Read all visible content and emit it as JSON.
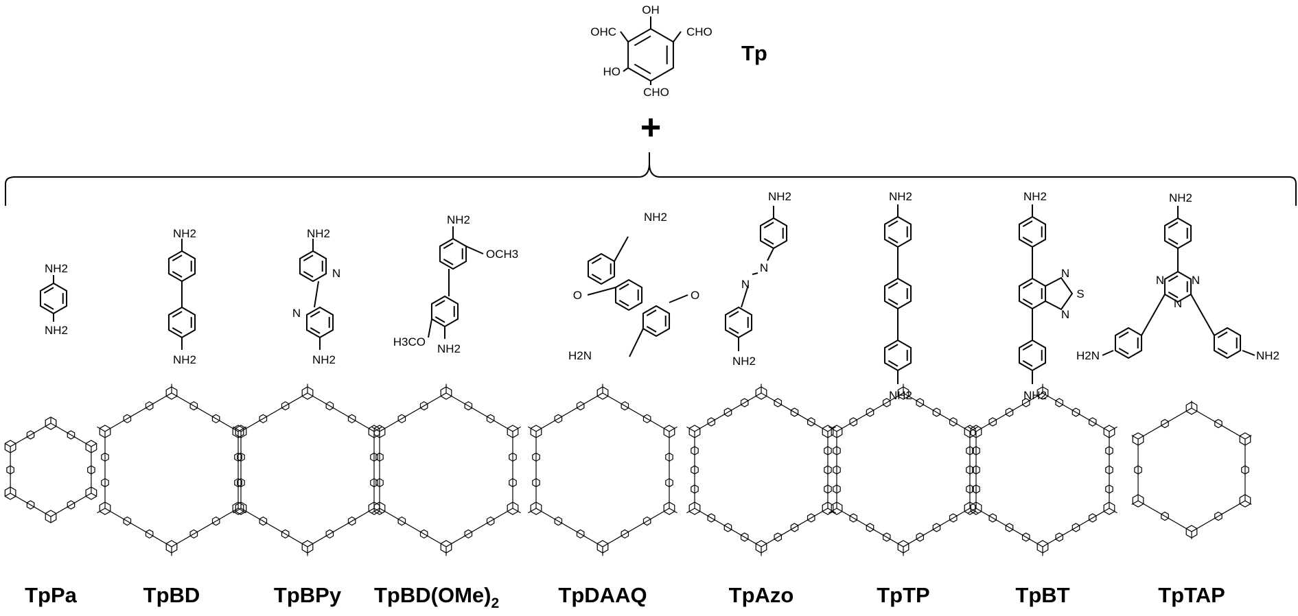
{
  "monomer": {
    "name": "Tp",
    "groups": [
      "OH",
      "CHO",
      "OHC",
      "HO",
      "CHO"
    ]
  },
  "operator": "+",
  "linkers": [
    {
      "id": "pa",
      "labels": [
        "NH2",
        "NH2"
      ]
    },
    {
      "id": "bd",
      "labels": [
        "NH2",
        "NH2"
      ]
    },
    {
      "id": "bpy",
      "labels": [
        "NH2",
        "NH2",
        "N",
        "N"
      ]
    },
    {
      "id": "bdome",
      "labels": [
        "NH2",
        "NH2",
        "OCH3",
        "H3CO"
      ]
    },
    {
      "id": "daaq",
      "labels": [
        "NH2",
        "H2N",
        "O",
        "O"
      ]
    },
    {
      "id": "azo",
      "labels": [
        "NH2",
        "NH2",
        "N",
        "N"
      ]
    },
    {
      "id": "tp",
      "labels": [
        "NH2",
        "NH2"
      ]
    },
    {
      "id": "bt",
      "labels": [
        "NH2",
        "NH2",
        "N",
        "S",
        "N"
      ]
    },
    {
      "id": "tap",
      "labels": [
        "NH2",
        "H2N",
        "NH2",
        "N",
        "N",
        "N"
      ]
    }
  ],
  "products": [
    {
      "name": "TpPa"
    },
    {
      "name": "TpBD"
    },
    {
      "name": "TpBPy"
    },
    {
      "name": "TpBD(OMe)",
      "subscript": "2"
    },
    {
      "name": "TpDAAQ"
    },
    {
      "name": "TpAzo"
    },
    {
      "name": "TpTP"
    },
    {
      "name": "TpBT"
    },
    {
      "name": "TpTAP"
    }
  ]
}
